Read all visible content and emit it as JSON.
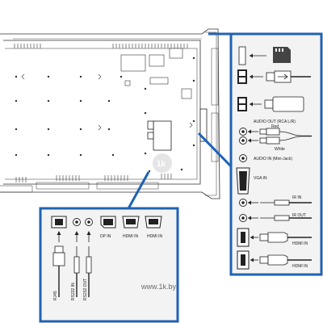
{
  "colors": {
    "accent_blue": "#1f63b4",
    "panel_fill": "#f3f3f3",
    "outline": "#333333"
  },
  "right_panel": {
    "labels": {
      "audio_out": "AUDIO OUT (RCA L/R)",
      "red": "Red",
      "white": "White",
      "audio_in": "AUDIO IN (Mini-Jack)",
      "vga_in": "VGA IN",
      "ir_in": "IR IN",
      "ir_out": "IR OUT",
      "hdmi_in_1": "HDMI IN",
      "hdmi_in_2": "HDMI IN"
    },
    "icons": [
      "microsd-card-icon",
      "usb-cable-icon",
      "usb-stick-icon",
      "rca-cable-icon",
      "mini-jack-icon",
      "vga-port-icon",
      "ir-cable-icon",
      "hdmi-cable-icon"
    ]
  },
  "bottom_panel": {
    "labels": {
      "rj45": "RJ45",
      "rs232_in": "RS232 IN",
      "rs232_out": "RS232 OUT",
      "dp_in": "DP IN",
      "hdmi_in_1": "HDMI IN",
      "hdmi_in_2": "HDMI IN"
    }
  },
  "watermark": "www.1k.by"
}
